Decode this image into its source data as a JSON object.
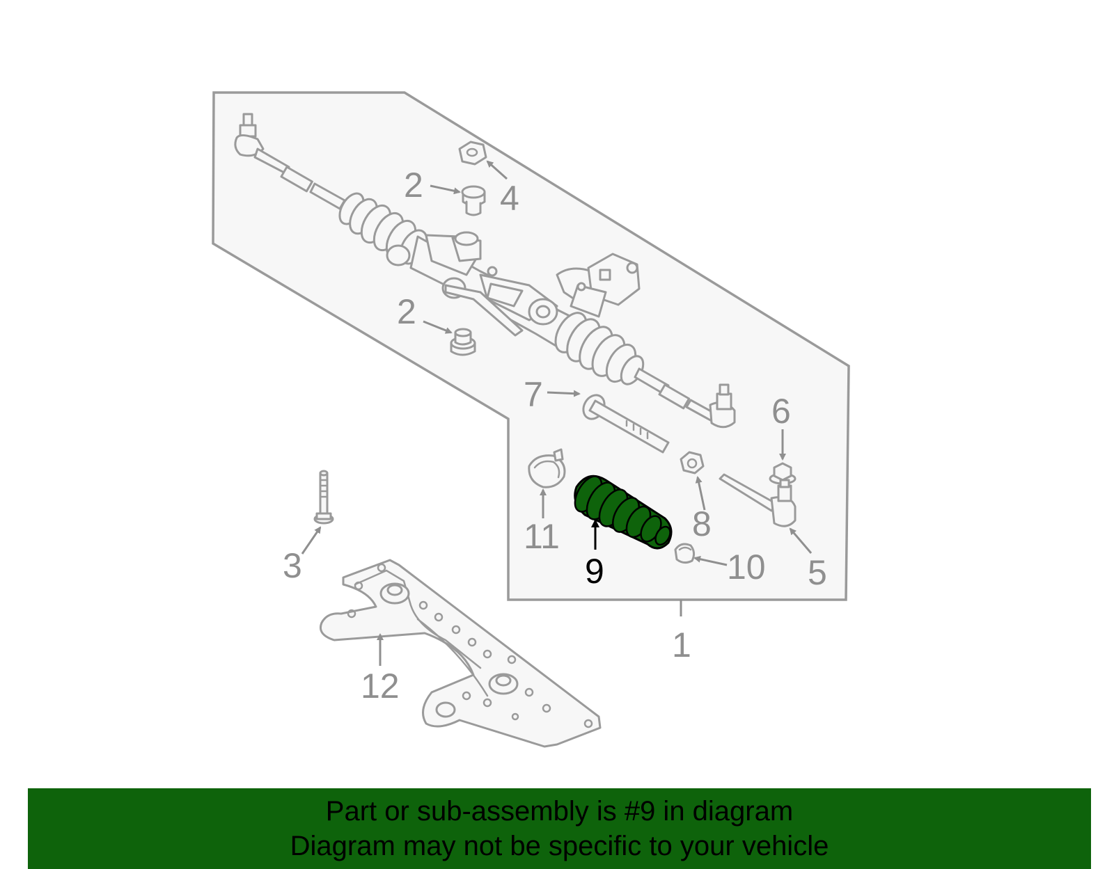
{
  "diagram": {
    "highlighted_part": "9",
    "callouts": [
      "1",
      "2",
      "2",
      "3",
      "4",
      "5",
      "6",
      "7",
      "8",
      "9",
      "10",
      "11",
      "12"
    ],
    "colors": {
      "highlight": "#0e630b",
      "outline": "#9a9a9a",
      "panel": "#f7f7f7"
    }
  },
  "banner": {
    "line1": "Part or sub-assembly is #9 in diagram",
    "line2": "Diagram may not be specific to your vehicle"
  }
}
